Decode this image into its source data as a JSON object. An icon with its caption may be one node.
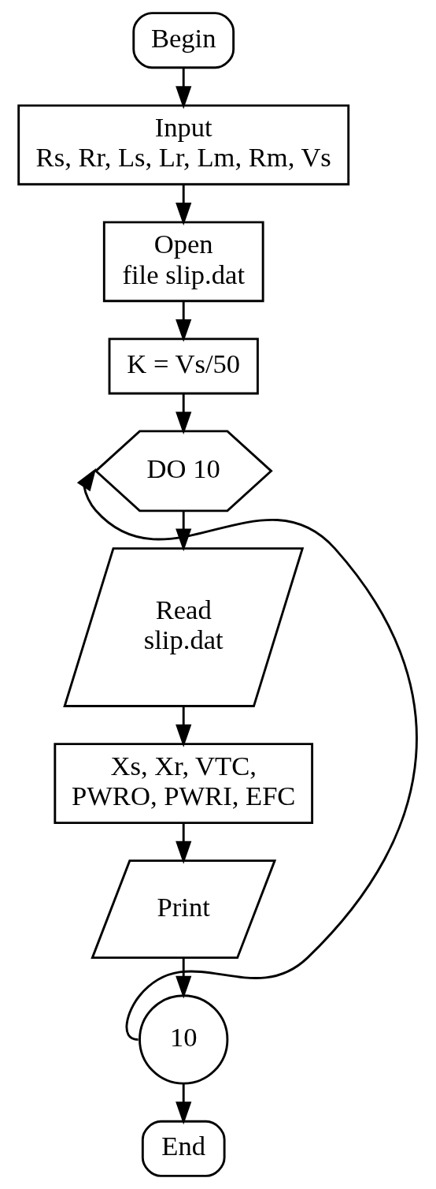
{
  "diagram": {
    "nodes": [
      {
        "text": [
          "Begin"
        ]
      },
      {
        "text": [
          "Input",
          "Rs, Rr, Ls, Lr, Lm, Rm, Vs"
        ]
      },
      {
        "text": [
          "Open file slip.dat"
        ]
      },
      {
        "text": [
          "K = Vs/50"
        ]
      },
      {
        "text": [
          "DO 10"
        ]
      },
      {
        "text": [
          "Read slip.dat"
        ]
      },
      {
        "text": [
          "Xs, Xr, VTC, PWRO, PWRI, EFC"
        ]
      },
      {
        "text": [
          "Print"
        ]
      },
      {
        "text": [
          "10"
        ]
      },
      {
        "text": [
          "End"
        ]
      }
    ],
    "edges": [
      {
        "from": 0,
        "to": 1,
        "arrow": "to"
      },
      {
        "from": 1,
        "to": 2,
        "arrow": "to"
      },
      {
        "from": 2,
        "to": 3,
        "arrow": "to"
      },
      {
        "from": 3,
        "to": 4,
        "arrow": "to"
      },
      {
        "from": 4,
        "to": 5,
        "arrow": "to"
      },
      {
        "from": 5,
        "to": 6,
        "arrow": "to"
      },
      {
        "from": 6,
        "to": 7,
        "arrow": "to"
      },
      {
        "from": 7,
        "to": 8,
        "arrow": "to"
      },
      {
        "from": 8,
        "to": 9,
        "arrow": "to"
      },
      {
        "from": 8,
        "to": 4,
        "arrow": "to"
      }
    ]
  }
}
